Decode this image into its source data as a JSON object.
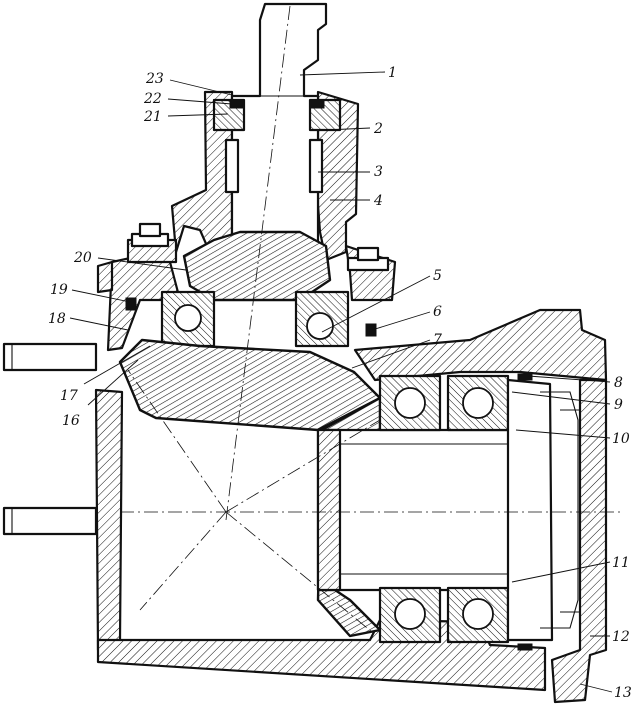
{
  "labels": [
    {
      "id": "1",
      "text": "1"
    },
    {
      "id": "2",
      "text": "2"
    },
    {
      "id": "3",
      "text": "3"
    },
    {
      "id": "4",
      "text": "4"
    },
    {
      "id": "5",
      "text": "5"
    },
    {
      "id": "6",
      "text": "6"
    },
    {
      "id": "7",
      "text": "7"
    },
    {
      "id": "8",
      "text": "8"
    },
    {
      "id": "9",
      "text": "9"
    },
    {
      "id": "10",
      "text": "10"
    },
    {
      "id": "11",
      "text": "11"
    },
    {
      "id": "12",
      "text": "12"
    },
    {
      "id": "13",
      "text": "13"
    },
    {
      "id": "16",
      "text": "16"
    },
    {
      "id": "17",
      "text": "17"
    },
    {
      "id": "18",
      "text": "18"
    },
    {
      "id": "19",
      "text": "19"
    },
    {
      "id": "20",
      "text": "20"
    },
    {
      "id": "21",
      "text": "21"
    },
    {
      "id": "22",
      "text": "22"
    },
    {
      "id": "23",
      "text": "23"
    }
  ],
  "colors": {
    "ink": "#111111",
    "paper": "#ffffff"
  }
}
